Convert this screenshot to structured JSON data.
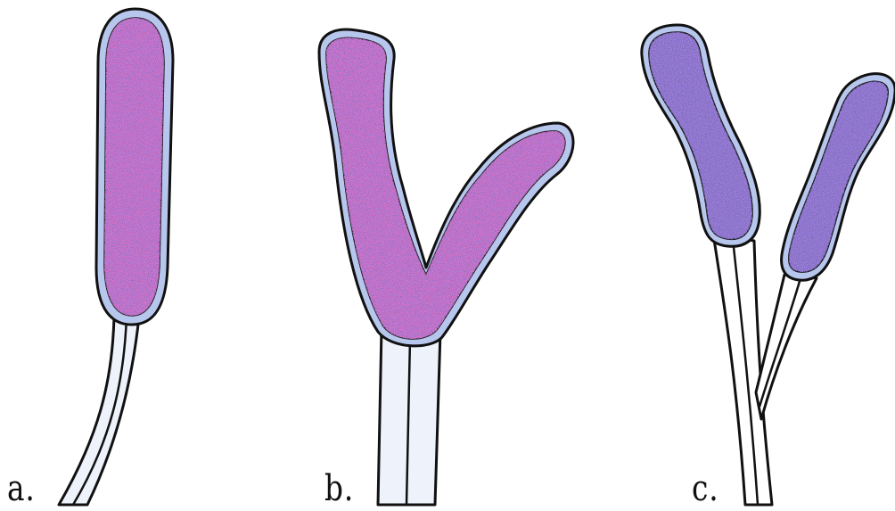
{
  "figure": {
    "panels": [
      {
        "label": "a."
      },
      {
        "label": "b."
      },
      {
        "label": "c."
      }
    ]
  },
  "colors": {
    "outline": "#111111",
    "membrane": "#b7c6ec",
    "cytoplasm": "#9f7fe3",
    "granule_dark": "#3b2a82",
    "granule_magenta": "#c0288e",
    "stalk_fill": "#eef2fb"
  }
}
